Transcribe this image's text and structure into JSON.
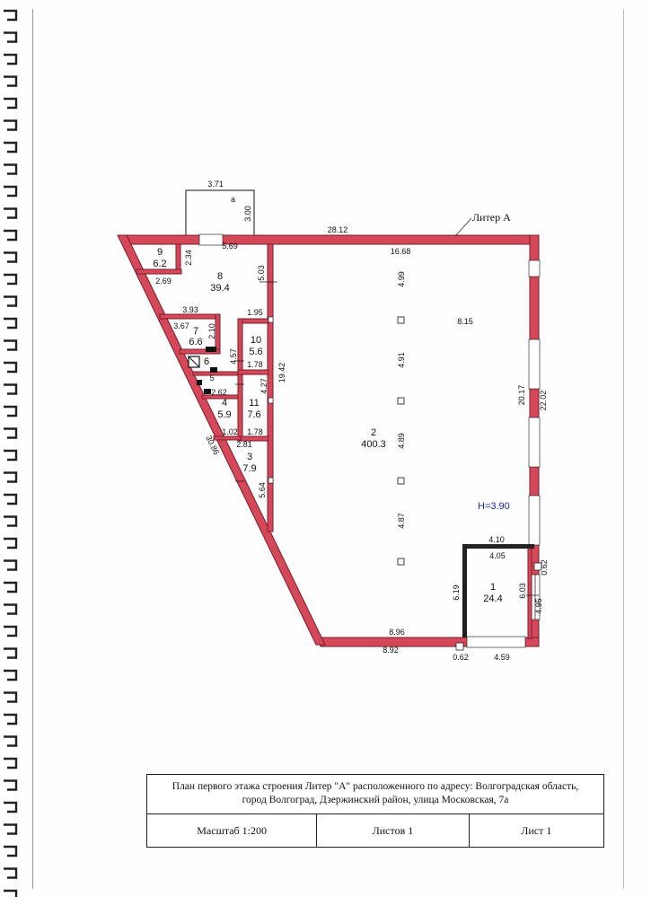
{
  "plan": {
    "liter_label": "Литер А",
    "height_label": "H=3.90",
    "annex_label": "а",
    "rooms": [
      {
        "num": "1",
        "area": "24.4"
      },
      {
        "num": "2",
        "area": "400.3"
      },
      {
        "num": "3",
        "area": "7.9"
      },
      {
        "num": "4",
        "area": "5.9"
      },
      {
        "num": "5",
        "area": ""
      },
      {
        "num": "6",
        "area": ""
      },
      {
        "num": "7",
        "area": "6.6"
      },
      {
        "num": "8",
        "area": "39.4"
      },
      {
        "num": "9",
        "area": "6.2"
      },
      {
        "num": "10",
        "area": "5.6"
      },
      {
        "num": "11",
        "area": "7.6"
      }
    ],
    "dimensions": {
      "annex_width": "3.71",
      "annex_depth": "3.00",
      "top_total": "28.12",
      "top_inner": "16.68",
      "r8_top": "5.69",
      "r9_height": "2.34",
      "r9_width": "2.69",
      "r8_height": "5.03",
      "r7_width": "3.93",
      "r7_inner": "3.67",
      "r7_height": "2.10",
      "r10_width": "1.95",
      "r10_height": "4.57",
      "r10_bottom": "1.78",
      "r11_height": "4.27",
      "r11_bottom": "1.78",
      "r5_width": "2.62",
      "r4_width": "1.02",
      "r3_width": "2.81",
      "r3_height": "5.64",
      "corridor_height": "19.42",
      "diagonal": "30.86",
      "col_span_1": "4.99",
      "col_span_2": "4.91",
      "col_span_3": "4.89",
      "col_span_4": "4.87",
      "col_offset": "8.15",
      "right_inner": "20.17",
      "right_outer": "22.02",
      "r1_top_outer": "4.10",
      "r1_top_inner": "4.05",
      "r1_left": "6.19",
      "r1_right": "6.03",
      "r1_wall": "0.62",
      "r1_right_low": "4.95",
      "bottom_inner": "8.96",
      "bottom_outer": "8.92",
      "bottom_wall": "0.62",
      "bottom_right": "4.59"
    }
  },
  "title_block": {
    "line1": "План первого этажа строения Литер \"А\" расположенного по адресу: Волгоградская область,",
    "line2": "город Волгоград, Дзержинский район, улица Московская, 7а",
    "scale": "Масштаб 1:200",
    "sheets": "Листов 1",
    "sheet": "Лист 1"
  },
  "colors": {
    "wall": "#d4485a",
    "wall_dark": "#7a1c2a",
    "line": "#111111",
    "blue_text": "#1a2aa8"
  }
}
